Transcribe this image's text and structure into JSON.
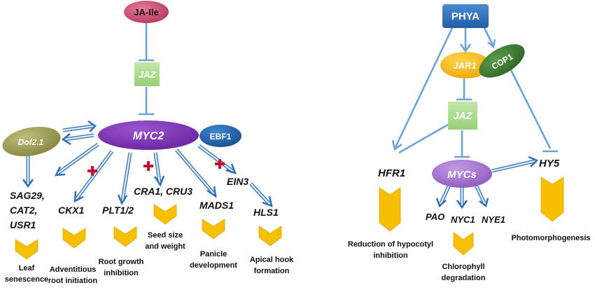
{
  "left_panel": {
    "nodes": {
      "ja_ile": "JA-Ile",
      "jaz": "JAZ",
      "myc2": "MYC2",
      "dof": "Dof2.1",
      "ebf1": "EBF1"
    },
    "genes": {
      "sag_line1": "SAG29,",
      "sag_line2": "CAT2,",
      "sag_line3": "USR1",
      "ckx1": "CKX1",
      "plt": "PLT1/2",
      "cra": "CRA1, CRU3",
      "mads": "MADS1",
      "ein3": "EIN3",
      "hls1": "HLS1"
    },
    "outcomes": {
      "leaf_line1": "Leaf",
      "leaf_line2": "senescence",
      "adv_line1": "Adventitious",
      "adv_line2": "root initiation",
      "root_line1": "Root growth",
      "root_line2": "inhibition",
      "seed_line1": "Seed size",
      "seed_line2": "and weight",
      "panicle_line1": "Panicle",
      "panicle_line2": "development",
      "hook_line1": "Apical hook",
      "hook_line2": "formation"
    }
  },
  "right_panel": {
    "nodes": {
      "phya": "PHYA",
      "jar1": "JAR1",
      "cop1": "COP1",
      "jaz": "JAZ",
      "mycs": "MYCs"
    },
    "genes": {
      "hfr1": "HFR1",
      "hy5": "HY5",
      "pao": "PAO",
      "nyc1": "NYC1",
      "nye1": "NYE1"
    },
    "outcomes": {
      "hypo_line1": "Reduction of hypocotyl",
      "hypo_line2": "inhibition",
      "photomorph": "Photomorphogenesis",
      "chloro_line1": "Chlorophyll",
      "chloro_line2": "degradation"
    }
  },
  "colors": {
    "ja_ile": "#c8466a",
    "jaz": "#a8d88a",
    "myc2": "#7d34b4",
    "dof": "#9a9a58",
    "ebf1": "#1f5fa3",
    "phya": "#2e6db4",
    "jar1": "#f4be12",
    "cop1": "#3f7a34",
    "mycs": "#a374d0",
    "arrow": "#2f6db5",
    "chevron": "#f6c000",
    "cross": "#c8102e"
  }
}
